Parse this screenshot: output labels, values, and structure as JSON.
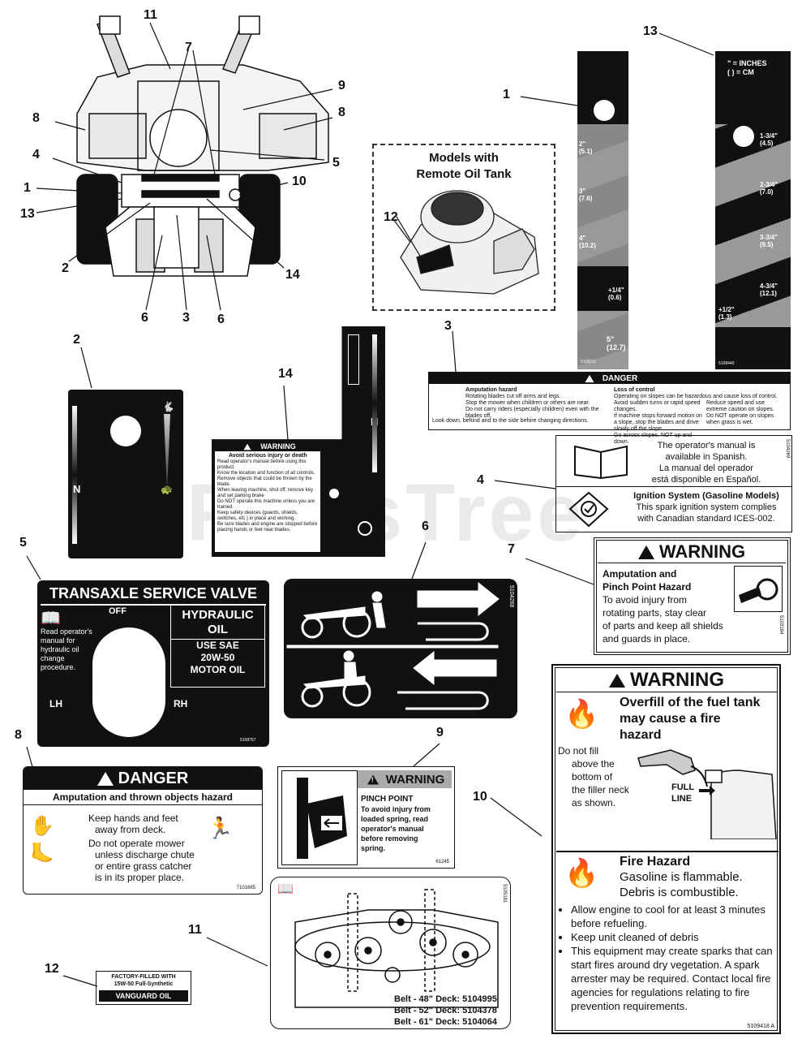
{
  "watermark": "PartsTree",
  "callouts": {
    "main": [
      "11",
      "7",
      "9",
      "8",
      "8",
      "4",
      "5",
      "1",
      "10",
      "13",
      "2",
      "14",
      "6",
      "3",
      "6"
    ],
    "c13": "13",
    "c1_right": "1",
    "c12_box": "12",
    "c3": "3",
    "c2": "2",
    "c14": "14",
    "c4": "4",
    "c5": "5",
    "c6": "6",
    "c7": "7",
    "c8": "8",
    "c9": "9",
    "c10": "10",
    "c11": "11",
    "c12": "12"
  },
  "remote_oil_box": {
    "title_line1": "Models with",
    "title_line2": "Remote Oil Tank"
  },
  "label1": {
    "marks": [
      "2\"",
      "(5.1)",
      "3\"",
      "(7.6)",
      "4\"",
      "(10.2)",
      "+1/4\"",
      "(0.6)",
      "5\"",
      "(12.7)"
    ],
    "part": "5108211"
  },
  "label13": {
    "legend1": "\" = INCHES",
    "legend2": "( ) = CM",
    "marks": [
      "1-3/4\"",
      "(4.5)",
      "2-3/4\"",
      "(7.0)",
      "3-3/4\"",
      "(9.5)",
      "4-3/4\"",
      "(12.1)",
      "+1/2\"",
      "(1.3)"
    ],
    "part": "5108440"
  },
  "label3": {
    "header": "DANGER",
    "left_title": "Amputation hazard",
    "left_text": "Rotating blades cut off arms and legs.",
    "left_bullets": [
      "Stop the mower when children or others are near.",
      "Do not carry riders (especially children) even with the blades off.",
      "Look down, behind and to the side before changing directions."
    ],
    "right_title": "Loss of control",
    "right_text": "Operating on slopes can be hazardous and cause loss of control.",
    "right_bullets": [
      "Avoid sudden turns or rapid speed changes.",
      "If machine stops forward motion on a slope, stop the blades and drive slowly off the slope.",
      "Go across slopes, NOT up and down.",
      "Reduce speed and use extreme caution on slopes.",
      "Do NOT operate on slopes when grass is wet."
    ]
  },
  "label4": {
    "manual_text": [
      "The operator's manual is",
      "available in Spanish.",
      "La manual del operador",
      "está disponible en Español."
    ],
    "ignition_title": "Ignition System (Gasoline Models)",
    "ignition_text": [
      "This spark ignition system complies",
      "with Canadian standard ICES-002."
    ],
    "part": "5104269"
  },
  "label7": {
    "header": "WARNING",
    "title1": "Amputation and",
    "title2": "Pinch Point Hazard",
    "text": [
      "To avoid injury from",
      "rotating parts, stay clear",
      "of parts and keep all shields",
      "and guards in place."
    ],
    "part": "5103184"
  },
  "label14": {
    "header": "WARNING",
    "title": "Avoid serious injury or death",
    "bullets": [
      "Read operator's manual before using this product.",
      "Know the location and function of all controls.",
      "Remove objects that could be thrown by the blade.",
      "When leaving machine, shut off, remove key and set parking brake",
      "Do NOT operate this machine unless you are trained.",
      "Keep safety devices (guards, shields, switches, etc.) in place and working.",
      "Be sure blades and engine are stopped before placing hands or feet near blades."
    ],
    "letter": "N"
  },
  "label2": {
    "letter": "N"
  },
  "label5": {
    "title": "TRANSAXLE SERVICE VALVE",
    "off": "OFF",
    "read": [
      "Read operator's",
      "manual for",
      "hydraulic oil",
      "change",
      "procedure."
    ],
    "box_title1": "HYDRAULIC",
    "box_title2": "OIL",
    "box_line1": "USE SAE",
    "box_line2": "20W-50",
    "box_line3": "MOTOR OIL",
    "lh": "LH",
    "rh": "RH",
    "part": "5108757"
  },
  "label6": {
    "part": "5104268"
  },
  "label8": {
    "header": "DANGER",
    "subheader": "Amputation and thrown objects hazard",
    "bullet1": [
      "Keep hands and feet",
      "away from deck."
    ],
    "bullet2": [
      "Do not operate mower",
      "unless discharge chute",
      "or entire grass catcher",
      "is in its proper place."
    ],
    "part": "7101665"
  },
  "label9": {
    "header": "WARNING",
    "title": "PINCH POINT",
    "text": [
      "To avoid injury from",
      "loaded spring, read",
      "operator's manual",
      "before removing",
      "spring."
    ],
    "part": "61245"
  },
  "label10": {
    "header": "WARNING",
    "title": [
      "Overfill of the fuel tank",
      "may cause a fire",
      "hazard"
    ],
    "text": [
      "Do not fill",
      "above the",
      "bottom of",
      "the filler neck",
      "as shown."
    ],
    "full1": "FULL",
    "full2": "LINE",
    "fire_title": "Fire Hazard",
    "fire_lines": [
      "Gasoline is flammable.",
      "Debris is combustible."
    ],
    "bullets": [
      "Allow engine to cool for at least 3 minutes before refueling.",
      "Keep unit cleaned of debris",
      "This equipment may create sparks that can start fires around dry vegetation. A spark arrester may be required. Contact local fire agencies for regulations relating to fire prevention requirements."
    ],
    "part": "5109418 A"
  },
  "label11": {
    "belts": [
      "Belt - 48\" Deck: 5104995",
      "Belt - 52\" Deck: 5104378",
      "Belt - 61\" Deck: 5104064"
    ],
    "part": "5105181"
  },
  "label12": {
    "line1": "FACTORY-FILLED WITH",
    "line2": "15W-50 Full-Synthetic",
    "brand": "VANGUARD OIL"
  }
}
